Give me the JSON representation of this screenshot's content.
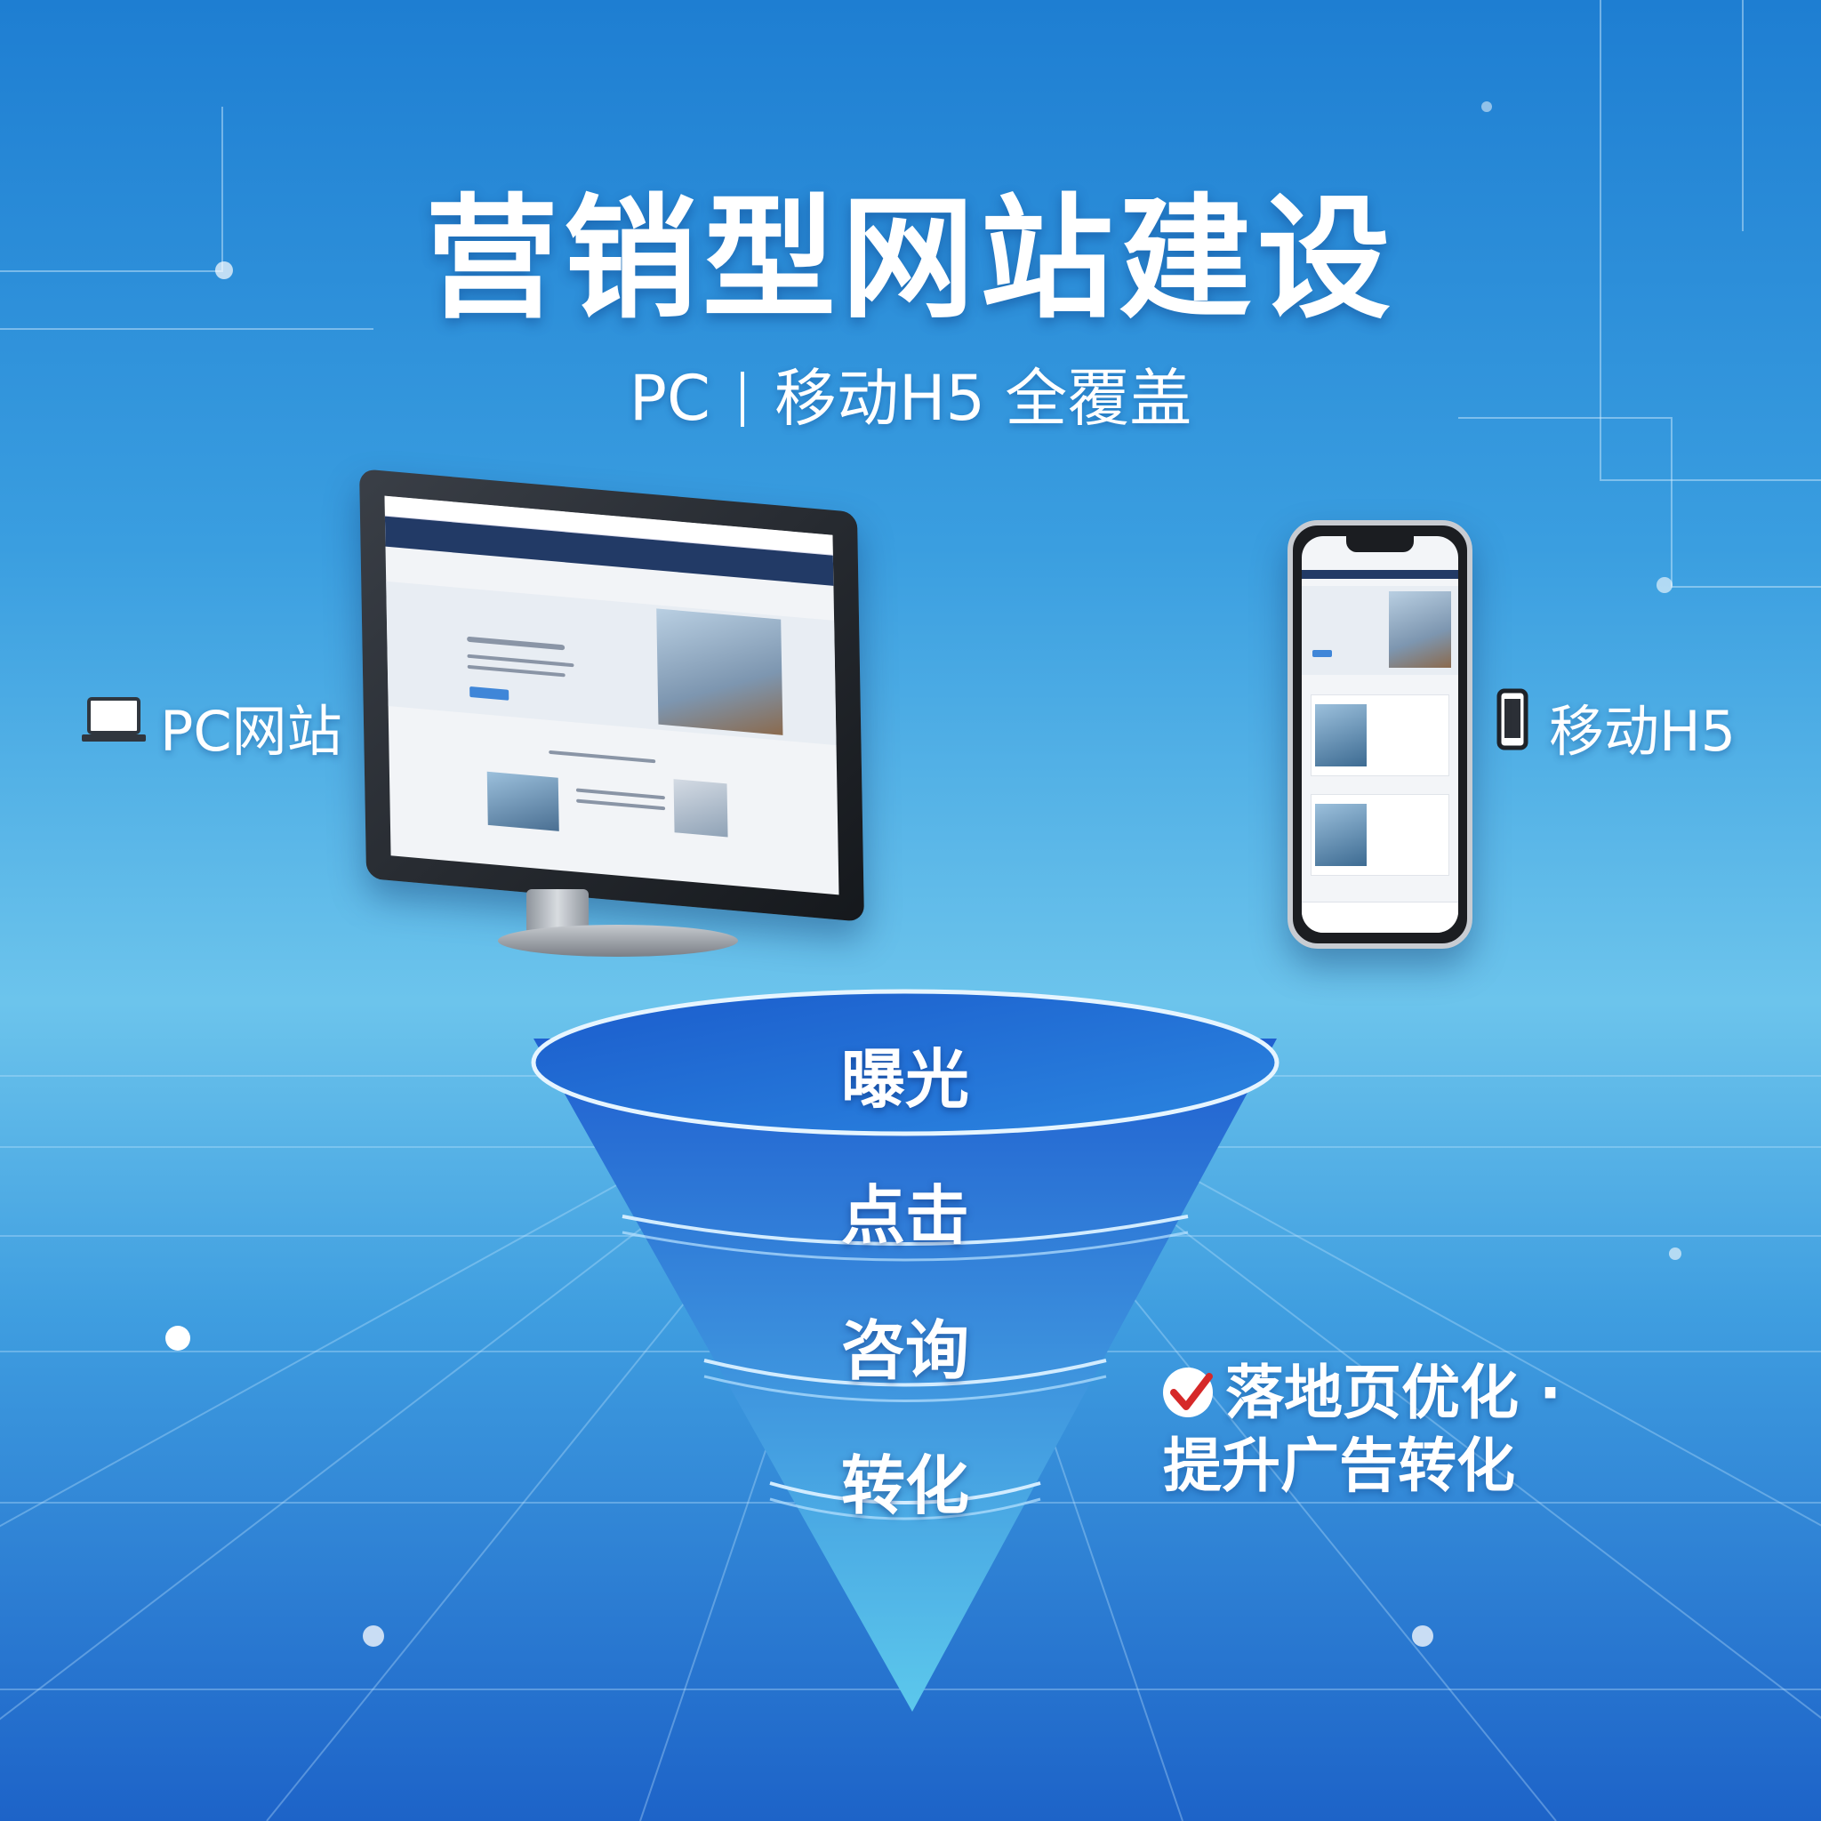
{
  "title": "营销型网站建设",
  "subtitle": {
    "left": "PC",
    "right": "移动H5 全覆盖"
  },
  "labels": {
    "pc": "PC网站",
    "mobile": "移动H5"
  },
  "funnel": [
    "曝光",
    "点击",
    "咨询",
    "转化"
  ],
  "callout": {
    "line1": "落地页优化 ·",
    "line2": "提升广告转化"
  },
  "colors": {
    "background": "#3a9ee0",
    "funnel_top": "#1f5fd0",
    "funnel_bottom": "#5cc8ec",
    "check": "#d62828"
  }
}
